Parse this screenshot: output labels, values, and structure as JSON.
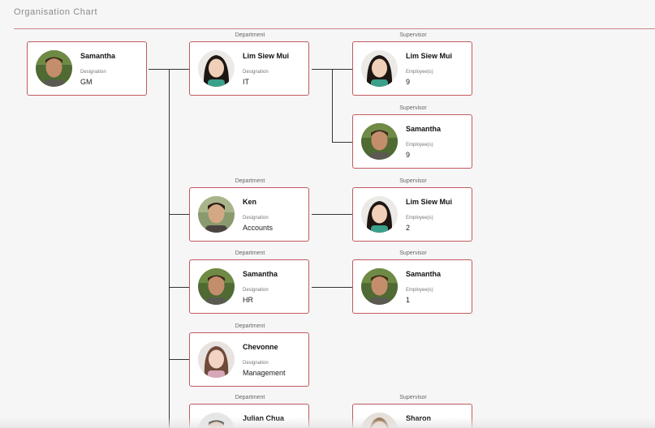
{
  "page": {
    "title": "Organisation Chart"
  },
  "colors": {
    "card_border": "#c25a5e",
    "connector": "#333333",
    "title_rule": "#c9868a"
  },
  "root": {
    "name": "Samantha",
    "field_label": "Designation",
    "field_value": "GM",
    "avatar": "male-avatar-samantha"
  },
  "departments": [
    {
      "caption": "Department",
      "name": "Lim Siew Mui",
      "field_label": "Designation",
      "field_value": "IT",
      "avatar": "female-avatar-lim",
      "supervisors": [
        {
          "caption": "Supervisor",
          "name": "Lim Siew Mui",
          "field_label": "Employee(s)",
          "field_value": "9",
          "avatar": "female-avatar-lim"
        },
        {
          "caption": "Supervisor",
          "name": "Samantha",
          "field_label": "Employee(s)",
          "field_value": "9",
          "avatar": "male-avatar-samantha"
        }
      ]
    },
    {
      "caption": "Department",
      "name": "Ken",
      "field_label": "Designation",
      "field_value": "Accounts",
      "avatar": "male-avatar-ken",
      "supervisors": [
        {
          "caption": "Supervisor",
          "name": "Lim Siew Mui",
          "field_label": "Employee(s)",
          "field_value": "2",
          "avatar": "female-avatar-lim"
        }
      ]
    },
    {
      "caption": "Department",
      "name": "Samantha",
      "field_label": "Designation",
      "field_value": "HR",
      "avatar": "male-avatar-samantha",
      "supervisors": [
        {
          "caption": "Supervisor",
          "name": "Samantha",
          "field_label": "Employee(s)",
          "field_value": "1",
          "avatar": "male-avatar-samantha"
        }
      ]
    },
    {
      "caption": "Department",
      "name": "Chevonne",
      "field_label": "Designation",
      "field_value": "Management",
      "avatar": "female-avatar-chevonne",
      "supervisors": []
    },
    {
      "caption": "Department",
      "name": "Julian Chua",
      "field_label": "",
      "field_value": "",
      "avatar": "male-avatar-julian",
      "supervisors": [
        {
          "caption": "Supervisor",
          "name": "Sharon",
          "field_label": "",
          "field_value": "",
          "avatar": "female-avatar-sharon"
        }
      ]
    }
  ]
}
